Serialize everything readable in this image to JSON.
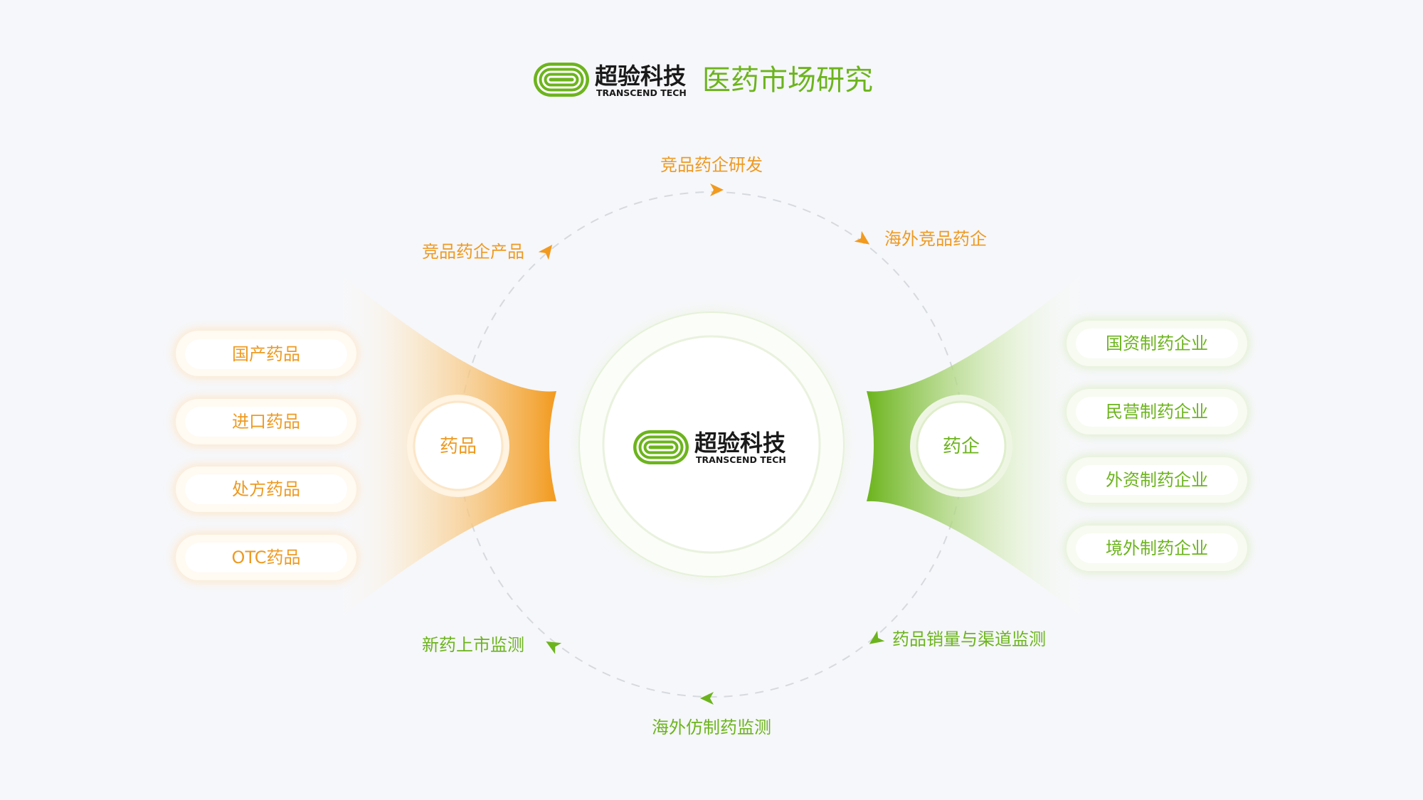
{
  "header": {
    "brand_cn": "超验科技",
    "brand_en": "TRANSCEND TECH",
    "title": "医药市场研究"
  },
  "center": {
    "brand_cn": "超验科技",
    "brand_en": "TRANSCEND TECH"
  },
  "left": {
    "hub": "药品",
    "items": [
      "国产药品",
      "进口药品",
      "处方药品",
      "OTC药品"
    ]
  },
  "right": {
    "hub": "药企",
    "items": [
      "国资制药企业",
      "民营制药企业",
      "外资制药企业",
      "境外制药企业"
    ]
  },
  "cycle": {
    "top": "竞品药企研发",
    "top_right": "海外竞品药企",
    "top_left": "竞品药企产品",
    "bottom": "海外仿制药监测",
    "bottom_right": "药品销量与渠道监测",
    "bottom_left": "新药上市监测"
  },
  "colors": {
    "orange": "#f29a1e",
    "green": "#6cb41d",
    "background": "#f6f7fa"
  }
}
